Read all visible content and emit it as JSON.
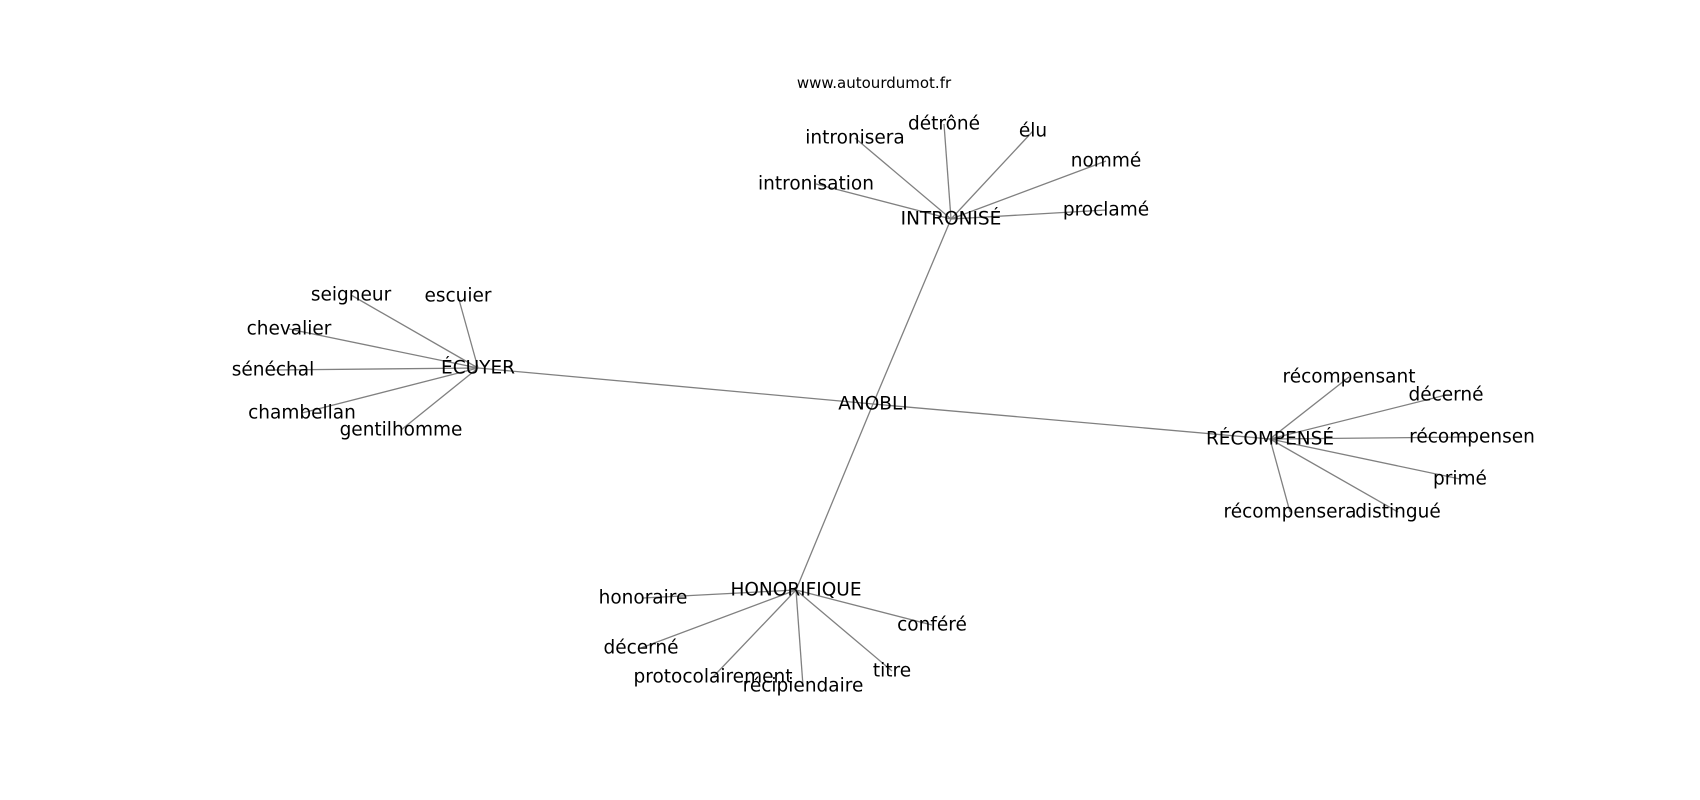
{
  "watermark": "www.autourdumot.fr",
  "colors": {
    "edge": "#808080",
    "label": "#000000",
    "background": "#ffffff"
  },
  "graph": {
    "center": "ANOBLI",
    "hubs": [
      {
        "id": "intronise",
        "label": "INTRONISÉ",
        "leaves": [
          "intronisera",
          "détrôné",
          "élu",
          "nommé",
          "intronisation",
          "proclamé"
        ]
      },
      {
        "id": "ecuyer",
        "label": "ÉCUYER",
        "leaves": [
          "seigneur",
          "escuier",
          "chevalier",
          "sénéchal",
          "chambellan",
          "gentilhomme"
        ]
      },
      {
        "id": "recompense",
        "label": "RÉCOMPENSÉ",
        "leaves": [
          "récompensant",
          "décerné",
          "récompensen",
          "primé",
          "récompensera",
          "distingué"
        ]
      },
      {
        "id": "honorifique",
        "label": "HONORIFIQUE",
        "leaves": [
          "honoraire",
          "conféré",
          "décerné",
          "protocolairement",
          "récipiendaire",
          "titre"
        ]
      }
    ]
  }
}
